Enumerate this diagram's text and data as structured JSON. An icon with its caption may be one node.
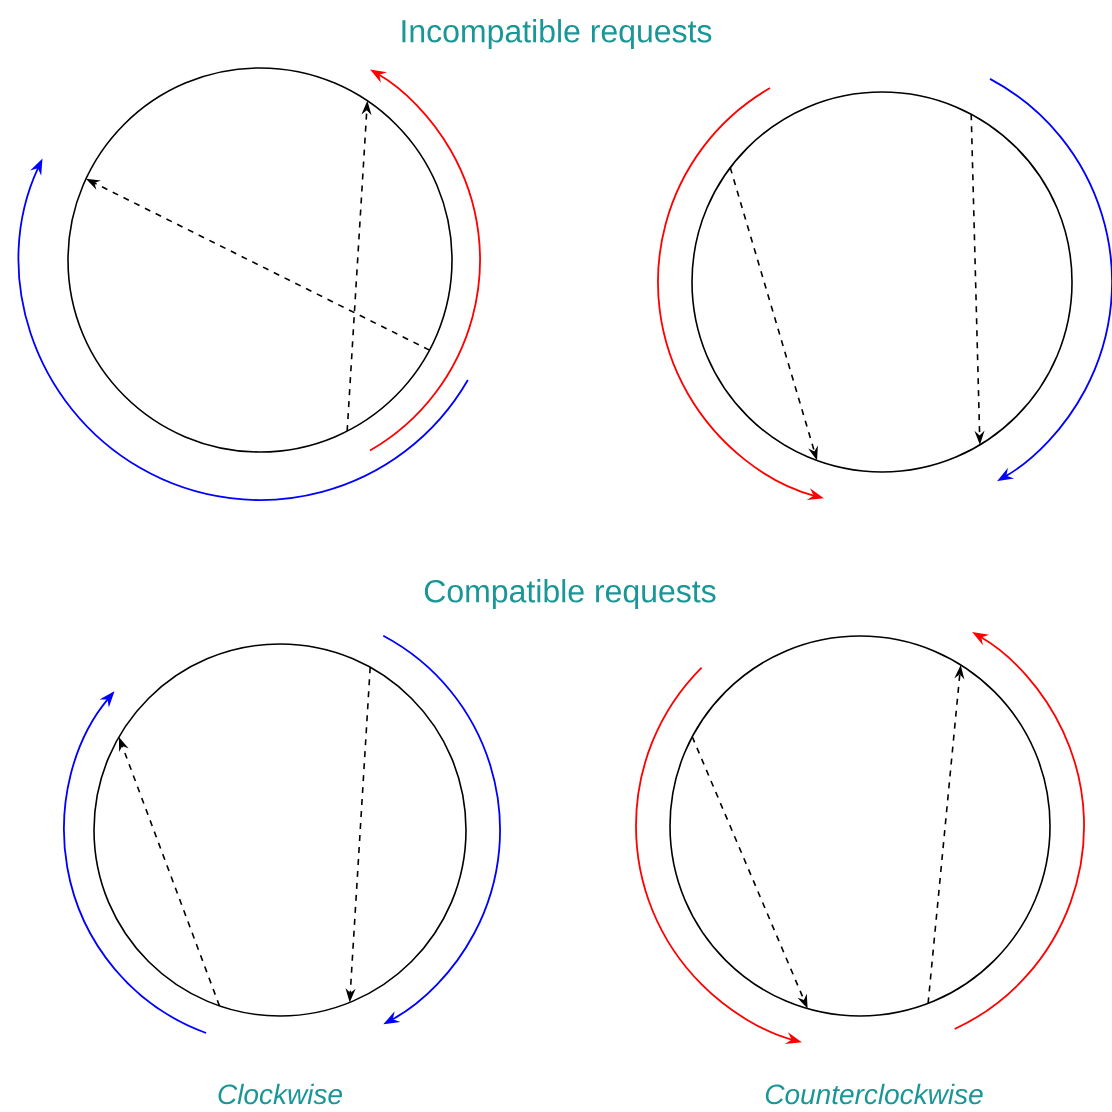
{
  "diagram": {
    "labels": [
      "Incompatible requests",
      "Compatible requests",
      "Clockwise",
      "Counterclockwise"
    ]
  }
}
